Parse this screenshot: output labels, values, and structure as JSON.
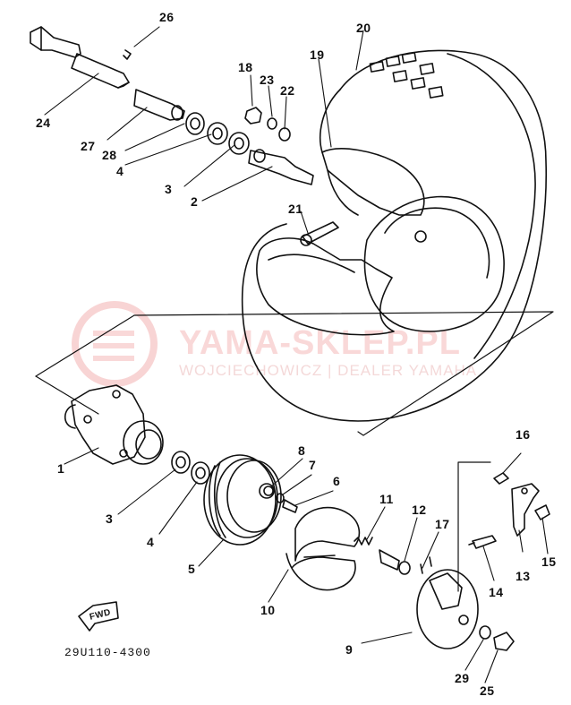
{
  "watermark": {
    "title": "YAMA-SKLEP.PL",
    "subtitle": "WOJCIECHOWICZ | DEALER YAMAHA",
    "color": "#e03030"
  },
  "diagram_code": "29U110-4300",
  "fwd_label": "FWD",
  "callouts": {
    "p1": "1",
    "p2": "2",
    "p3a": "3",
    "p3b": "3",
    "p4a": "4",
    "p4b": "4",
    "p5": "5",
    "p6": "6",
    "p7": "7",
    "p8": "8",
    "p9": "9",
    "p10": "10",
    "p11": "11",
    "p12": "12",
    "p13": "13",
    "p14": "14",
    "p15": "15",
    "p16": "16",
    "p17": "17",
    "p18": "18",
    "p19": "19",
    "p20": "20",
    "p21": "21",
    "p22": "22",
    "p23": "23",
    "p24": "24",
    "p25": "25",
    "p26": "26",
    "p27": "27",
    "p28": "28",
    "p29": "29"
  }
}
